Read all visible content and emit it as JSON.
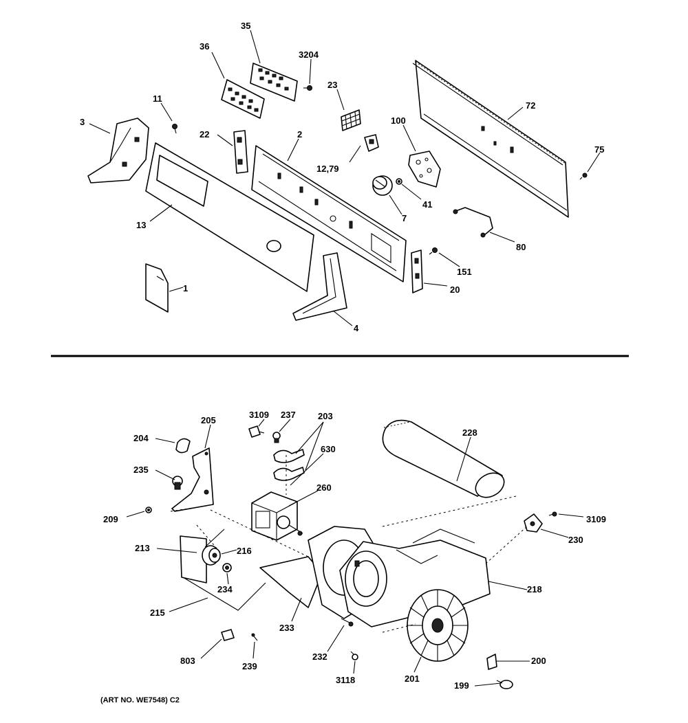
{
  "diagram": {
    "upper_labels": {
      "p35": "35",
      "p36": "36",
      "p3204": "3204",
      "p23": "23",
      "p72": "72",
      "p100": "100",
      "p11": "11",
      "p3": "3",
      "p22": "22",
      "p2": "2",
      "p1279": "12,79",
      "p75": "75",
      "p41": "41",
      "p7": "7",
      "p13": "13",
      "p80": "80",
      "p151": "151",
      "p20": "20",
      "p1": "1",
      "p4": "4"
    },
    "lower_labels": {
      "p3109a": "3109",
      "p237": "237",
      "p203": "203",
      "p205": "205",
      "p204": "204",
      "p630": "630",
      "p228": "228",
      "p235": "235",
      "p260": "260",
      "p209": "209",
      "p3109b": "3109",
      "p230": "230",
      "p213": "213",
      "p216": "216",
      "p234": "234",
      "p218": "218",
      "p215": "215",
      "p233": "233",
      "p232": "232",
      "p803": "803",
      "p239": "239",
      "p3118": "3118",
      "p201": "201",
      "p200": "200",
      "p199": "199"
    },
    "art_number": "(ART NO. WE7548) C2"
  }
}
